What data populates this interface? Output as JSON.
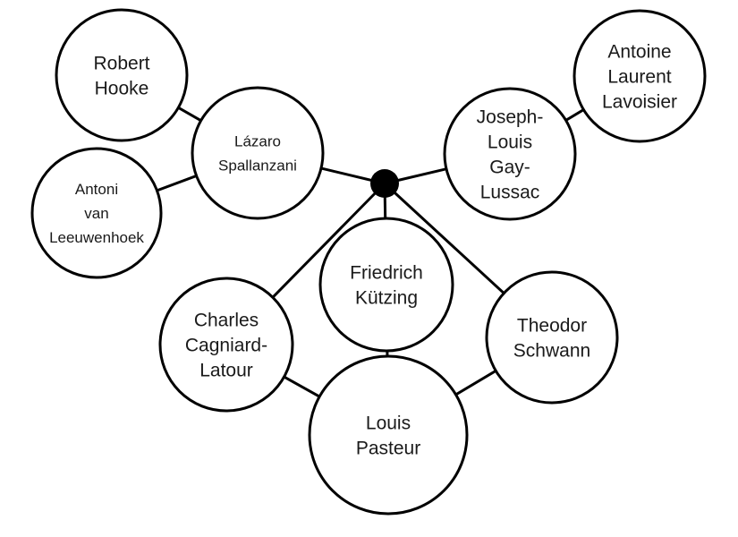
{
  "diagram": {
    "colors": {
      "stroke": "#000000",
      "fill": "#ffffff",
      "text": "#1a1a1a",
      "hub": "#000000"
    },
    "hub": {
      "id": "hub"
    },
    "nodes": [
      {
        "id": "hooke",
        "lines": [
          "Robert",
          "Hooke"
        ]
      },
      {
        "id": "leeuwenhoek",
        "lines": [
          "Antoni",
          "van",
          "Leeuwenhoek"
        ]
      },
      {
        "id": "spallanzani",
        "lines": [
          "Lázaro",
          "Spallanzani"
        ]
      },
      {
        "id": "lavoisier",
        "lines": [
          "Antoine",
          "Laurent",
          "Lavoisier"
        ]
      },
      {
        "id": "gaylussac",
        "lines": [
          "Joseph-",
          "Louis",
          "Gay-",
          "Lussac"
        ]
      },
      {
        "id": "kutzing",
        "lines": [
          "Friedrich",
          "Kützing"
        ]
      },
      {
        "id": "cagniard",
        "lines": [
          "Charles",
          "Cagniard-",
          "Latour"
        ]
      },
      {
        "id": "schwann",
        "lines": [
          "Theodor",
          "Schwann"
        ]
      },
      {
        "id": "pasteur",
        "lines": [
          "Louis",
          "Pasteur"
        ]
      }
    ],
    "edges": [
      [
        "hooke",
        "spallanzani"
      ],
      [
        "leeuwenhoek",
        "spallanzani"
      ],
      [
        "spallanzani",
        "hub"
      ],
      [
        "lavoisier",
        "gaylussac"
      ],
      [
        "gaylussac",
        "hub"
      ],
      [
        "hub",
        "kutzing"
      ],
      [
        "hub",
        "cagniard"
      ],
      [
        "hub",
        "schwann"
      ],
      [
        "kutzing",
        "pasteur"
      ],
      [
        "cagniard",
        "pasteur"
      ],
      [
        "schwann",
        "pasteur"
      ]
    ]
  }
}
